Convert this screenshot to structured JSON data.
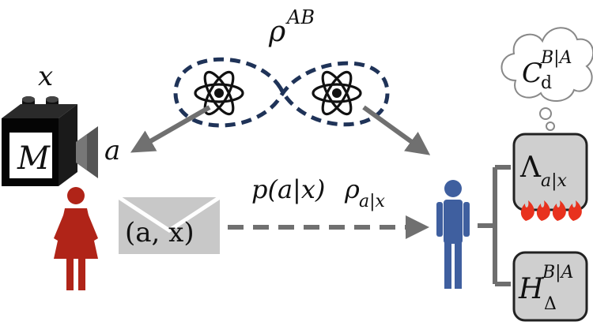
{
  "diagram": {
    "state_label": {
      "base": "ρ",
      "sup": "AB"
    },
    "device": {
      "input_label": "x",
      "box_label": "M",
      "output_label": "a"
    },
    "message": {
      "text": "(a, x)"
    },
    "transmission": {
      "p_part": "p(a|x)",
      "rho": "ρ",
      "rho_sub": "a|x"
    },
    "thought_cloud": {
      "base": "C",
      "sup": "B|A",
      "sub": "d"
    },
    "box_top": {
      "base": "Λ",
      "sub": "a|x"
    },
    "box_bottom": {
      "base": "H",
      "sup": "B|A",
      "sub": "Δ"
    },
    "colors": {
      "ring": "#1f3358",
      "arrow": "#707070",
      "alice": "#b02418",
      "bob": "#3f5f9f",
      "envelope": "#c8c8c8",
      "box_fill": "#cfcfcf",
      "flame": "#e8321e",
      "bracket": "#6e6e6e"
    }
  }
}
